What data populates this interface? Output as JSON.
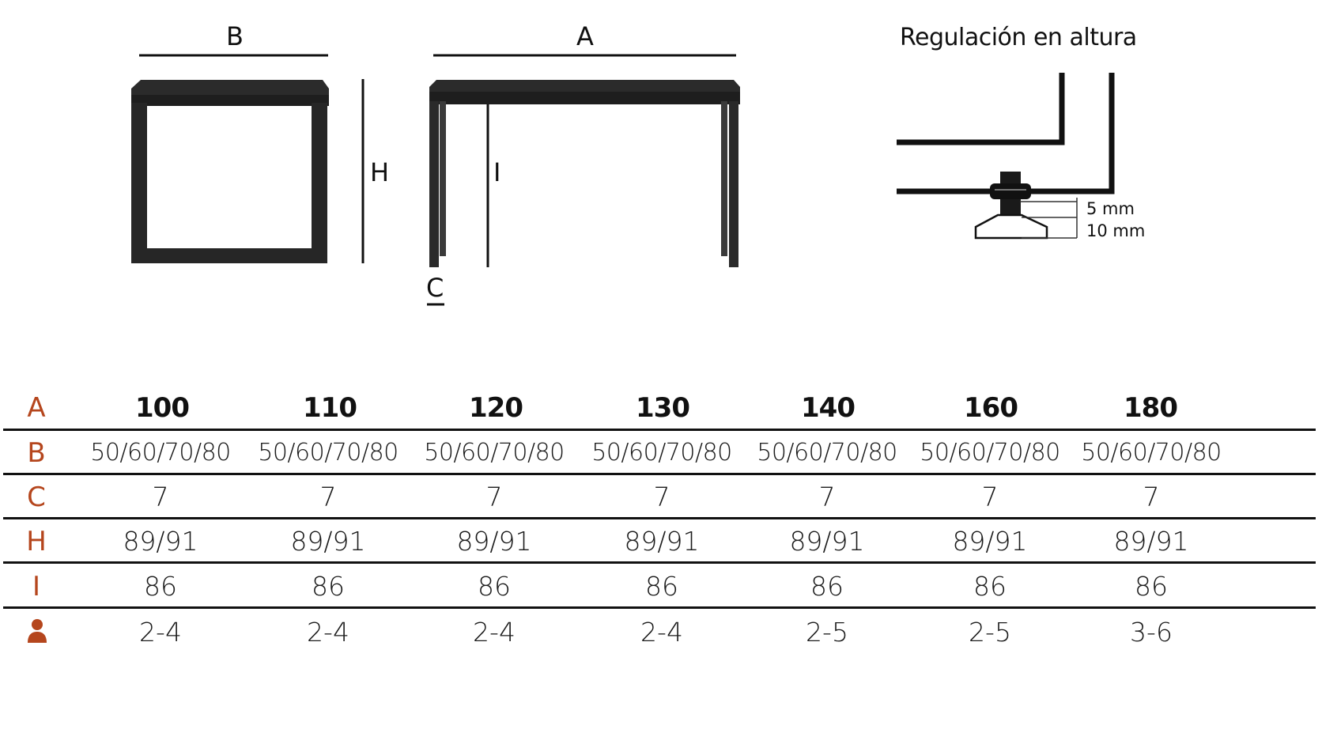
{
  "diagram": {
    "label_b": "B",
    "label_a": "A",
    "label_h": "H",
    "label_i": "I",
    "label_c": "C",
    "adjust_title": "Regulación en altura",
    "adjust_5mm": "5 mm",
    "adjust_10mm": "10 mm"
  },
  "table": {
    "row_keys": [
      "A",
      "B",
      "C",
      "H",
      "I"
    ],
    "persons_icon": "person-icon",
    "accent_color": "#b5461d",
    "header": [
      "100",
      "110",
      "120",
      "130",
      "140",
      "160",
      "180"
    ],
    "rows": {
      "B": [
        "50/60/70/80",
        "50/60/70/80",
        "50/60/70/80",
        "50/60/70/80",
        "50/60/70/80",
        "50/60/70/80",
        "50/60/70/80"
      ],
      "C": [
        "7",
        "7",
        "7",
        "7",
        "7",
        "7",
        "7"
      ],
      "H": [
        "89/91",
        "89/91",
        "89/91",
        "89/91",
        "89/91",
        "89/91",
        "89/91"
      ],
      "I": [
        "86",
        "86",
        "86",
        "86",
        "86",
        "86",
        "86"
      ],
      "persons": [
        "2-4",
        "2-4",
        "2-4",
        "2-4",
        "2-5",
        "2-5",
        "3-6"
      ]
    }
  }
}
